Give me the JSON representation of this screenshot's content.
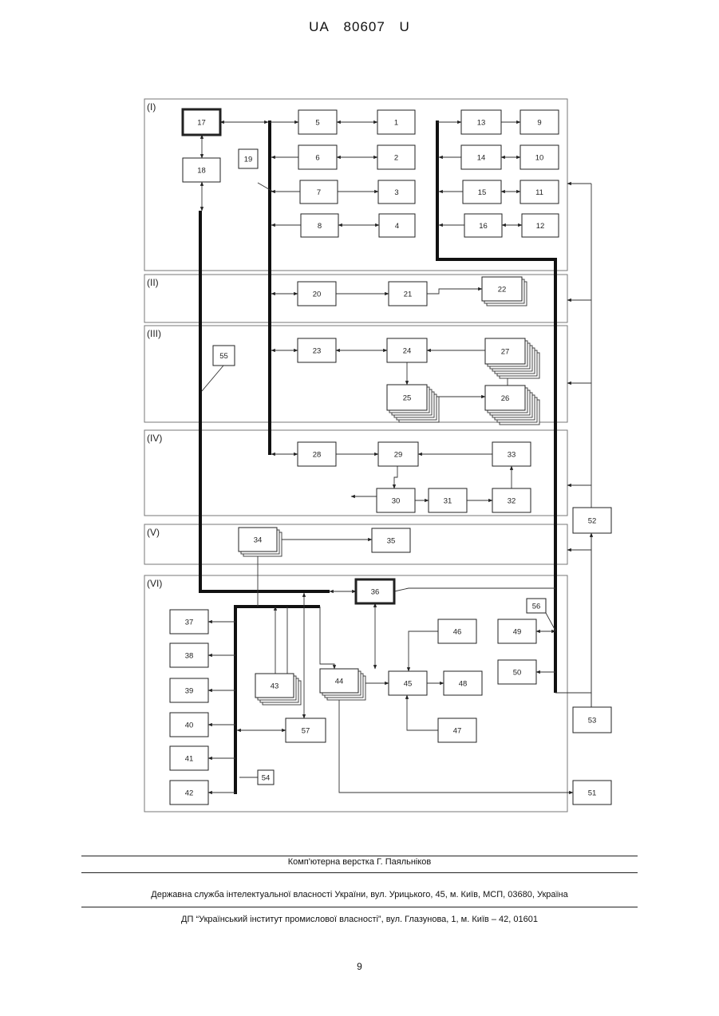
{
  "header": {
    "country": "UA",
    "number": "80607",
    "kind": "U"
  },
  "sections": [
    "(I)",
    "(II)",
    "(III)",
    "(IV)",
    "(V)",
    "(VI)"
  ],
  "blocks": [
    "1",
    "2",
    "3",
    "4",
    "5",
    "6",
    "7",
    "8",
    "9",
    "10",
    "11",
    "12",
    "13",
    "14",
    "15",
    "16",
    "17",
    "18",
    "19",
    "20",
    "21",
    "22",
    "23",
    "24",
    "25",
    "26",
    "27",
    "28",
    "29",
    "30",
    "31",
    "32",
    "33",
    "34",
    "35",
    "36",
    "37",
    "38",
    "39",
    "40",
    "41",
    "42",
    "43",
    "44",
    "45",
    "46",
    "47",
    "48",
    "49",
    "50",
    "51",
    "52",
    "53",
    "54",
    "55",
    "56",
    "57"
  ],
  "footer": {
    "layout_credit": "Комп'ютерна верстка Г. Паяльніков",
    "office": "Державна служба інтелектуальної власності України, вул. Урицького, 45, м. Київ, МСП, 03680, Україна",
    "institute": "ДП “Український інститут промислової власності”, вул. Глазунова, 1, м. Київ – 42, 01601"
  },
  "page_number": "9"
}
